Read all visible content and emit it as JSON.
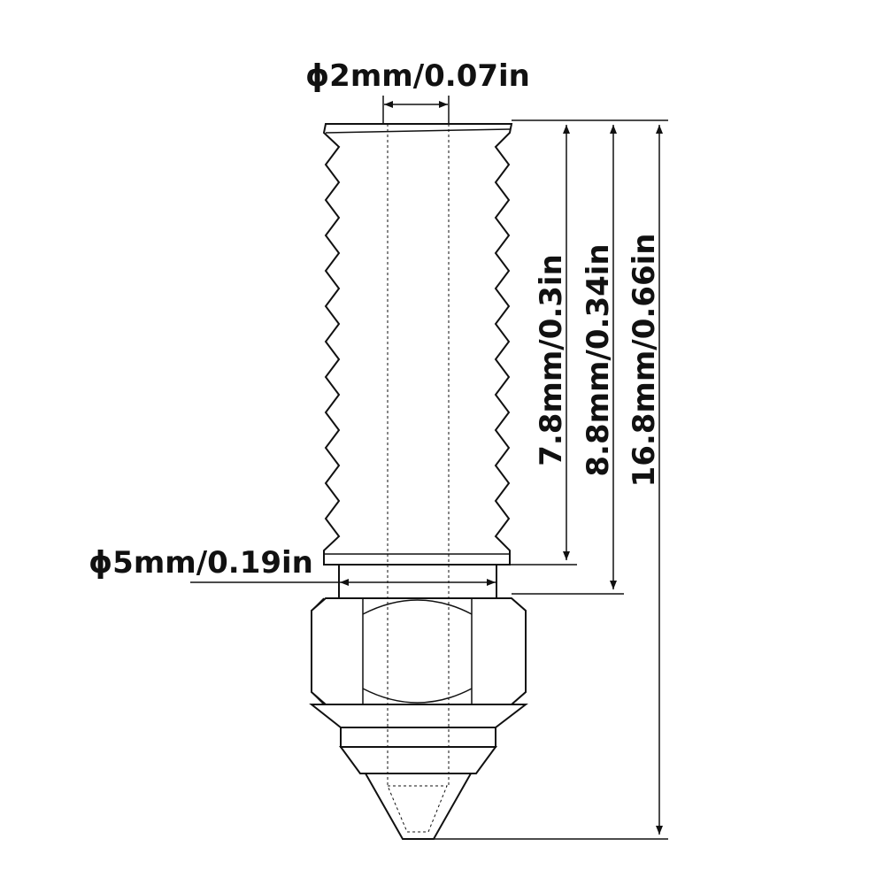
{
  "dimensions": {
    "inner_diameter": "ϕ2mm/0.07in",
    "outer_diameter": "ϕ5mm/0.19in",
    "thread_length": "7.8mm/0.3in",
    "upper_length": "8.8mm/0.34in",
    "total_length": "16.8mm/0.66in"
  },
  "colors": {
    "line": "#111111",
    "background": "#ffffff"
  }
}
